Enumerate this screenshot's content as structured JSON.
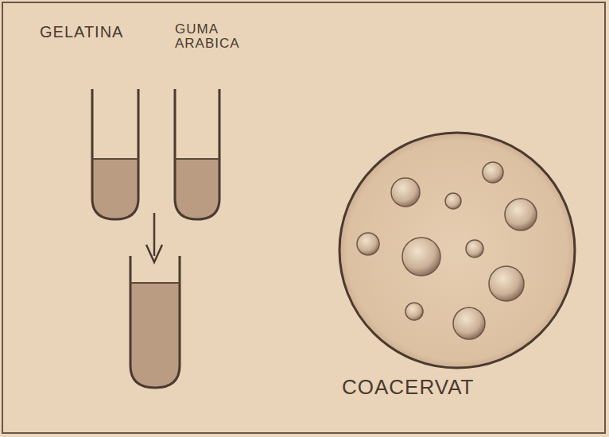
{
  "diagram": {
    "labels": [
      "GELATINA",
      "GUMA ARABICA",
      "COACERVAT"
    ]
  }
}
